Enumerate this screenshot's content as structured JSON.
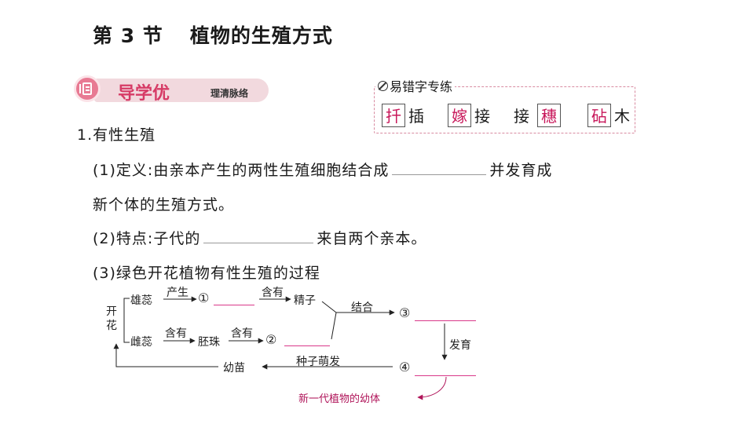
{
  "title": {
    "section": "第 3 节",
    "name": "植物的生殖方式"
  },
  "banner": {
    "main": "导学优",
    "sub": "理清脉络"
  },
  "practice": {
    "heading": "易错字专练",
    "words": [
      {
        "char": "扦",
        "rest": "插"
      },
      {
        "char": "嫁",
        "rest": "接"
      },
      {
        "pre": "接",
        "char": "穗"
      },
      {
        "char": "砧",
        "rest": "木"
      }
    ]
  },
  "section1": {
    "heading": "1.有性生殖",
    "p1_before": "(1)定义:由亲本产生的两性生殖细胞结合成",
    "p1_after": "并发育成",
    "p1_line2": "新个体的生殖方式。",
    "p2_before": "(2)特点:子代的",
    "p2_after": "来自两个亲本。",
    "p3": "(3)绿色开花植物有性生殖的过程"
  },
  "diagram": {
    "flower": "开花",
    "stamen": "雄蕊",
    "pistil": "雌蕊",
    "produce": "产生",
    "contain1": "含有",
    "contain2": "含有",
    "contain3": "含有",
    "sperm": "精子",
    "ovule": "胚珠",
    "combine": "结合",
    "develop": "发育",
    "germinate": "种子萌发",
    "seedling": "幼苗",
    "n1": "①",
    "n2": "②",
    "n3": "③",
    "n4": "④",
    "caption": "新一代植物的幼体"
  },
  "colors": {
    "accent": "#d63b66",
    "box_char": "#c8175a",
    "blank_line": "#d9398a"
  }
}
